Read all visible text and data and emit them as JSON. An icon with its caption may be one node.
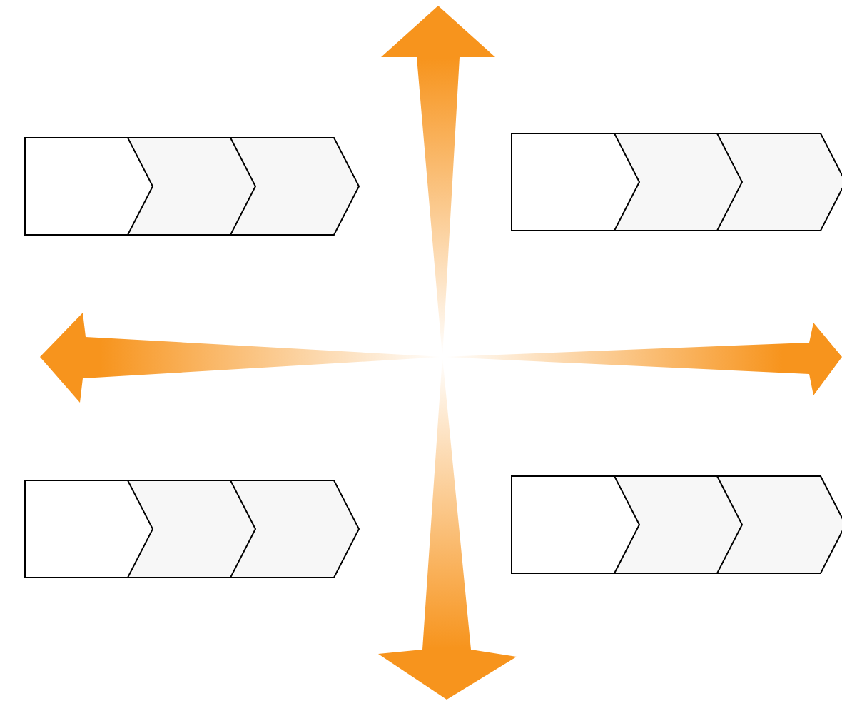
{
  "diagram": {
    "nodes": [
      {
        "text": [],
        "shape": "pentagon"
      },
      {
        "text": [],
        "shape": "chevron"
      },
      {
        "text": [],
        "shape": "chevron"
      },
      {
        "text": [],
        "shape": "pentagon"
      },
      {
        "text": [],
        "shape": "chevron"
      },
      {
        "text": [],
        "shape": "chevron"
      },
      {
        "text": [],
        "shape": "pentagon"
      },
      {
        "text": [],
        "shape": "chevron"
      },
      {
        "text": [],
        "shape": "chevron"
      },
      {
        "text": [],
        "shape": "pentagon"
      },
      {
        "text": [],
        "shape": "chevron"
      },
      {
        "text": [],
        "shape": "chevron"
      }
    ]
  }
}
